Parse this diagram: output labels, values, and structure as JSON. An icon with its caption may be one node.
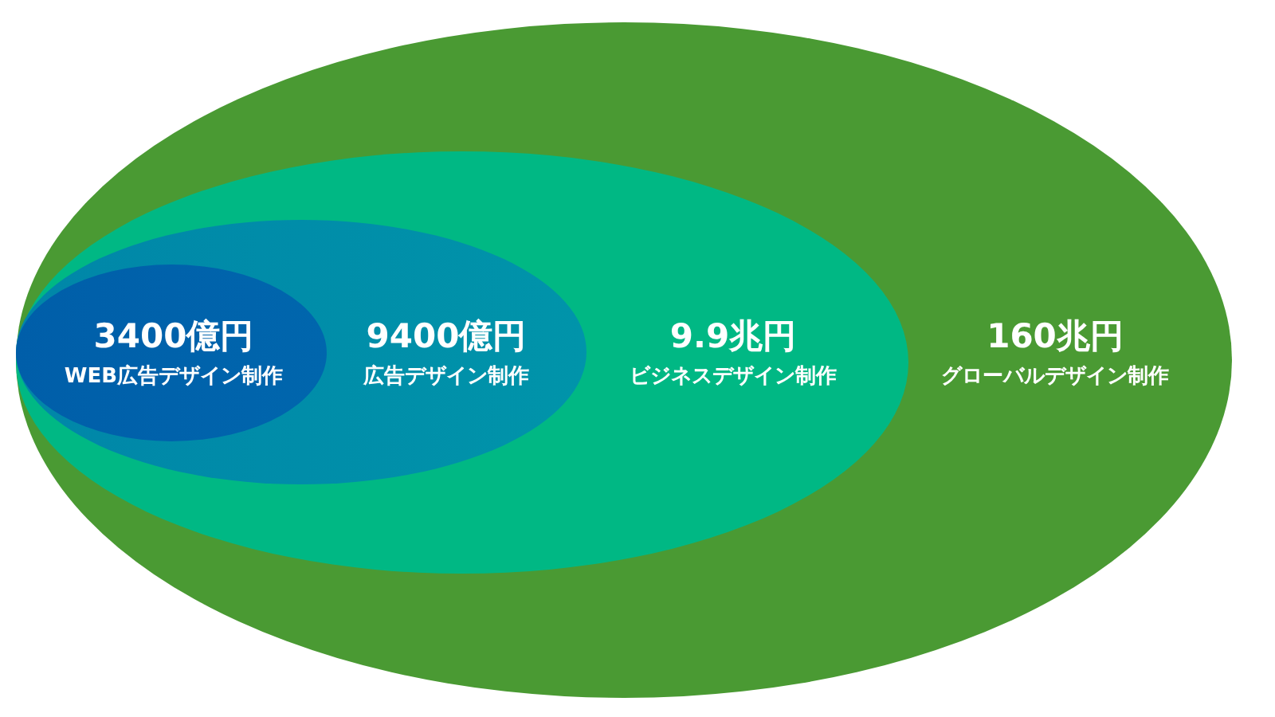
{
  "diagram": {
    "nodes": [
      {
        "text": [
          "160兆円",
          "グローバルデザイン制作"
        ]
      },
      {
        "text": [
          "9.9兆円",
          "ビジネスデザイン制作"
        ],
        "in": 0
      },
      {
        "text": [
          "9400億円",
          "広告デザイン制作"
        ],
        "in": 1
      },
      {
        "text": [
          "3400億円",
          "WEB広告デザイン制作"
        ],
        "in": 2
      }
    ]
  }
}
